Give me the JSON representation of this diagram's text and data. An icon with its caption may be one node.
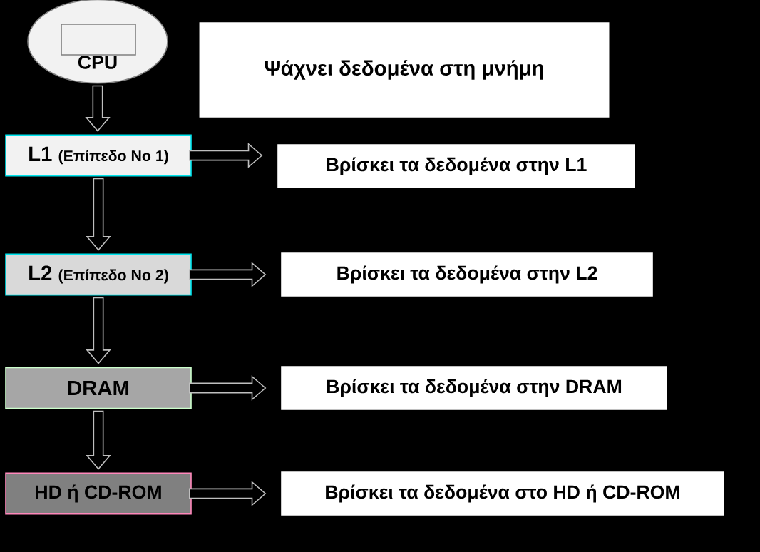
{
  "diagram": {
    "nodes": [
      {
        "text": [
          "CPU"
        ]
      },
      {
        "text": [
          "Ψάχνει δεδομένα στη μνήμη"
        ]
      },
      {
        "text": [
          "L1",
          "(Επίπεδο Νο 1)"
        ]
      },
      {
        "text": [
          "Βρίσκει τα δεδομένα στην L1"
        ]
      },
      {
        "text": [
          "L2",
          "(Επίπεδο Νο 2)"
        ]
      },
      {
        "text": [
          "Βρίσκει τα δεδομένα στην L2"
        ]
      },
      {
        "text": [
          "DRAM"
        ]
      },
      {
        "text": [
          "Βρίσκει τα δεδομένα στην DRAM"
        ]
      },
      {
        "text": [
          "HD  ή  CD-ROM"
        ]
      },
      {
        "text": [
          "Βρίσκει τα δεδομένα στο HD ή CD-ROM"
        ]
      }
    ],
    "edges": [
      {
        "from": 0,
        "to": 2,
        "arrow": "to"
      },
      {
        "from": 2,
        "to": 3,
        "arrow": "to"
      },
      {
        "from": 2,
        "to": 4,
        "arrow": "to"
      },
      {
        "from": 4,
        "to": 5,
        "arrow": "to"
      },
      {
        "from": 4,
        "to": 6,
        "arrow": "to"
      },
      {
        "from": 6,
        "to": 7,
        "arrow": "to"
      },
      {
        "from": 6,
        "to": 8,
        "arrow": "to"
      },
      {
        "from": 8,
        "to": 9,
        "arrow": "to"
      }
    ]
  }
}
